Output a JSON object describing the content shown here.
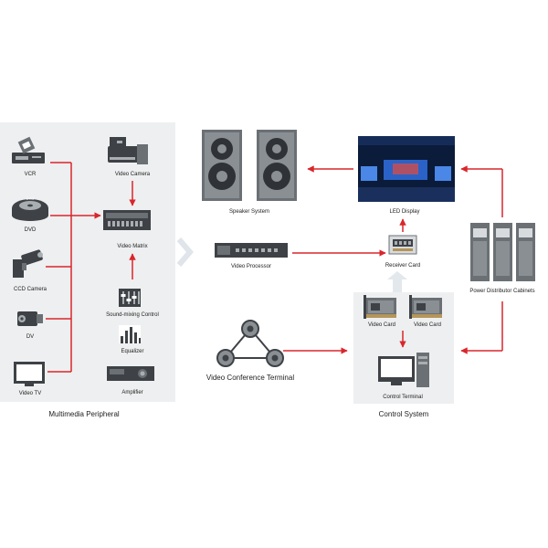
{
  "panels": {
    "multimedia_peripheral": "Multimedia Peripheral",
    "control_system": "Control System"
  },
  "devices": {
    "vcr": "VCR",
    "dvd": "DVD",
    "dvd_disc_text": "DVD",
    "ccd_camera": "CCD Camera",
    "dv": "DV",
    "video_tv": "Video TV",
    "video_camera": "Video Camera",
    "video_matrix": "Video Matrix",
    "sound_mixing_control": "Sound-mixing Control",
    "equalizer": "Equalizer",
    "amplifier": "Amplifier",
    "speaker_system": "Speaker System",
    "video_processor": "Video Processor",
    "video_conference_terminal": "Video Conference Terminal",
    "led_display": "LED Display",
    "receiver_card": "Receiver Card",
    "video_card_1": "Video Card",
    "video_card_2": "Video Card",
    "control_terminal": "Control Terminal",
    "power_distributor_cabinets": "Power Distributor Cabinets"
  },
  "colors": {
    "panel_bg": "#eeeff0",
    "arrow": "#d9262c",
    "arrow_light": "#dfe5ea",
    "device_dark": "#3e4246",
    "device_mid": "#6b7075",
    "device_light": "#a9aeb2"
  }
}
